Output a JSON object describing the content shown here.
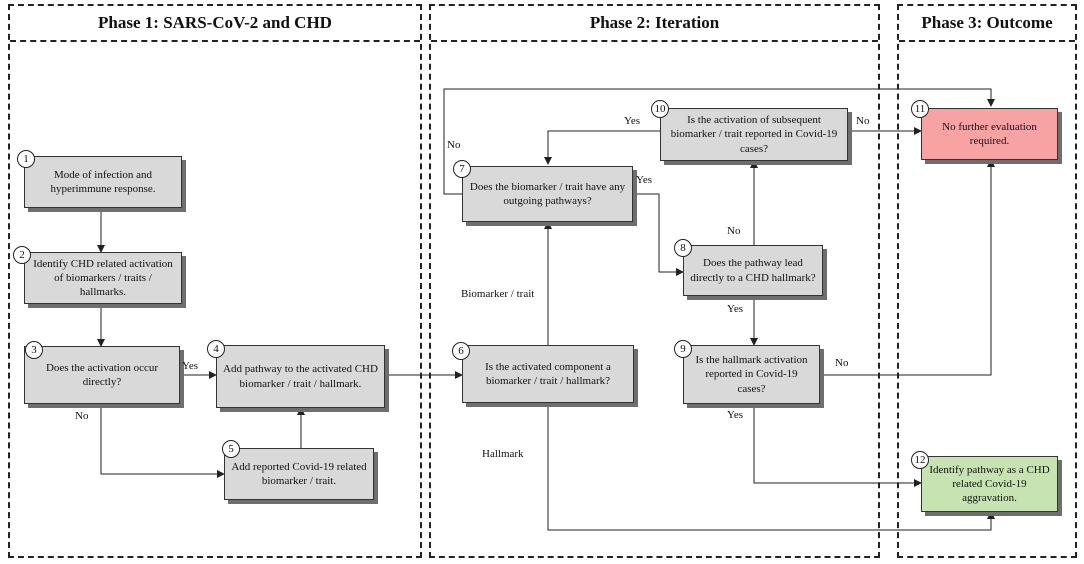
{
  "phases": {
    "p1": "Phase 1: SARS-CoV-2 and CHD",
    "p2": "Phase 2: Iteration",
    "p3": "Phase 3: Outcome"
  },
  "steps": [
    {
      "num": "1",
      "text": "Mode of infection and hyperimmune response."
    },
    {
      "num": "2",
      "text": "Identify CHD related activation of biomarkers  / traits / hallmarks."
    },
    {
      "num": "3",
      "text": "Does the activation occur directly?"
    },
    {
      "num": "4",
      "text": "Add pathway to the activated CHD biomarker  / trait / hallmark."
    },
    {
      "num": "5",
      "text": "Add reported Covid-19 related biomarker / trait."
    },
    {
      "num": "6",
      "text": "Is the activated component a biomarker / trait / hallmark?"
    },
    {
      "num": "7",
      "text": "Does the biomarker  / trait have any outgoing pathways?"
    },
    {
      "num": "8",
      "text": "Does the pathway lead directly to a CHD hallmark?"
    },
    {
      "num": "9",
      "text": "Is the hallmark activation reported in Covid-19 cases?"
    },
    {
      "num": "10",
      "text": "Is the activation of subsequent biomarker / trait reported in Covid-19  cases?"
    },
    {
      "num": "11",
      "text": "No further evaluation required."
    },
    {
      "num": "12",
      "text": "Identify pathway as a CHD related Covid-19 aggravation."
    }
  ],
  "labels": {
    "yes": "Yes",
    "no": "No",
    "biomarker_trait": "Biomarker  / trait",
    "hallmark": "Hallmark"
  },
  "colors": {
    "box": "#d9d9d9",
    "no_further": "#f7a3a3",
    "identify": "#c7e3b2"
  }
}
